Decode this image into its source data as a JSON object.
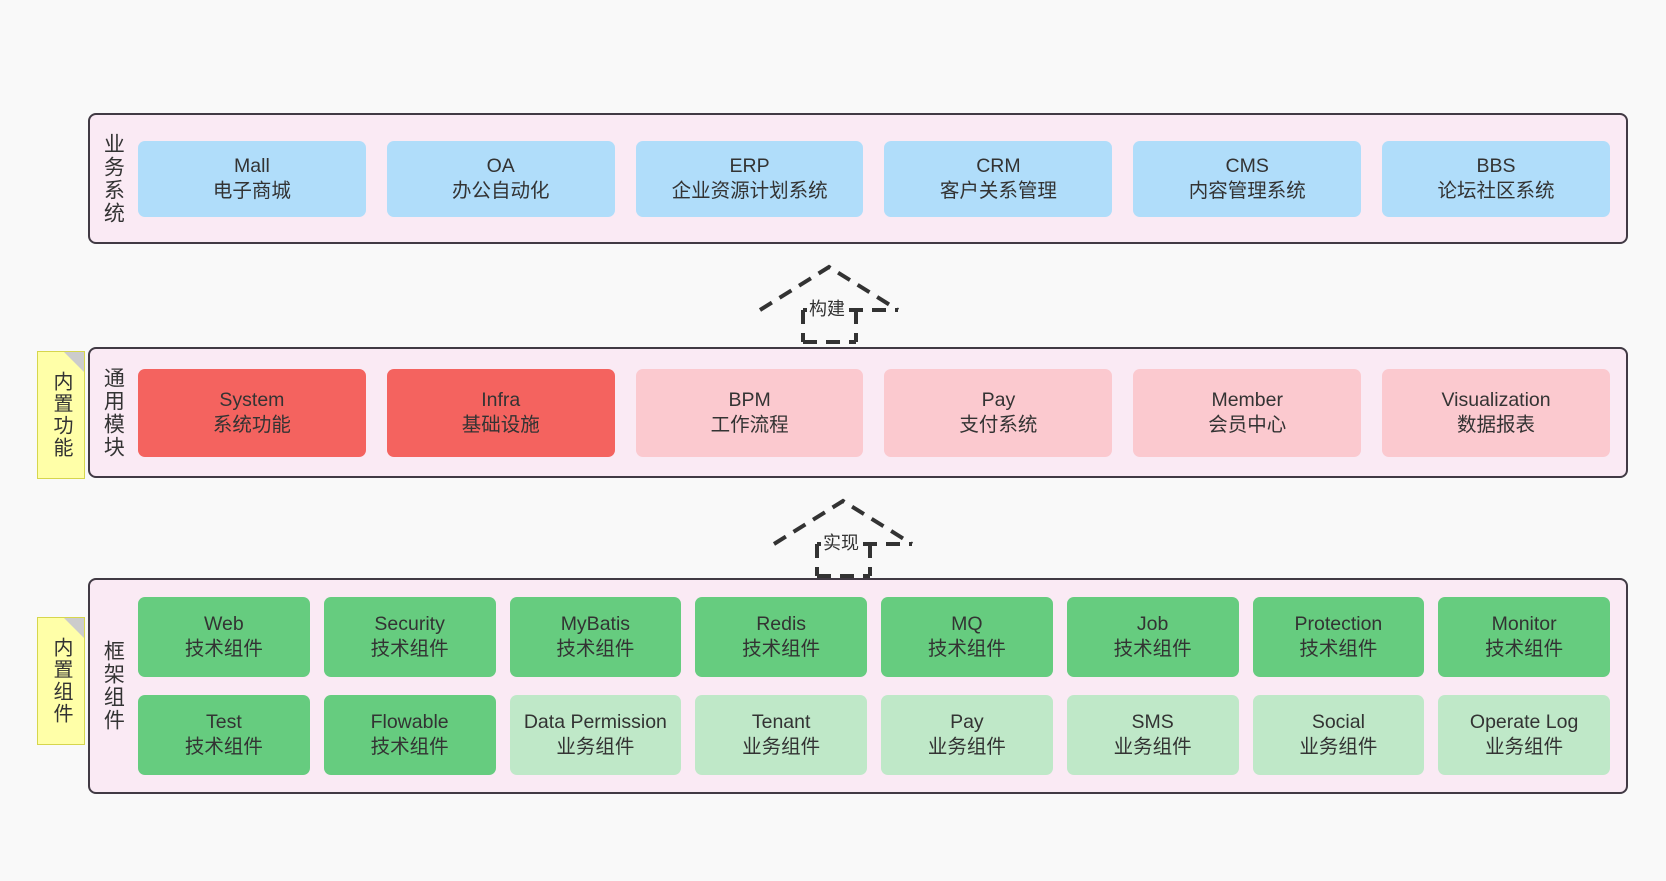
{
  "diagram": {
    "background_color": "#f9f9f9",
    "panel_fill": "#faeaf4",
    "panel_border": "#413a44"
  },
  "layers": [
    {
      "id": "business-systems",
      "title": "业务系统",
      "rows": [
        {
          "items": [
            {
              "name": "Mall",
              "desc": "电子商城",
              "style": "blue"
            },
            {
              "name": "OA",
              "desc": "办公自动化",
              "style": "blue"
            },
            {
              "name": "ERP",
              "desc": "企业资源计划系统",
              "style": "blue"
            },
            {
              "name": "CRM",
              "desc": "客户关系管理",
              "style": "blue"
            },
            {
              "name": "CMS",
              "desc": "内容管理系统",
              "style": "blue"
            },
            {
              "name": "BBS",
              "desc": "论坛社区系统",
              "style": "blue"
            }
          ]
        }
      ]
    },
    {
      "id": "general-modules",
      "title": "通用模块",
      "note": "内置功能",
      "rows": [
        {
          "items": [
            {
              "name": "System",
              "desc": "系统功能",
              "style": "accent"
            },
            {
              "name": "Infra",
              "desc": "基础设施",
              "style": "accent"
            },
            {
              "name": "BPM",
              "desc": "工作流程",
              "style": "soft"
            },
            {
              "name": "Pay",
              "desc": "支付系统",
              "style": "soft"
            },
            {
              "name": "Member",
              "desc": "会员中心",
              "style": "soft"
            },
            {
              "name": "Visualization",
              "desc": "数据报表",
              "style": "soft"
            }
          ]
        }
      ]
    },
    {
      "id": "framework-components",
      "title": "框架组件",
      "note": "内置组件",
      "rows": [
        {
          "items": [
            {
              "name": "Web",
              "desc": "技术组件",
              "style": "tech"
            },
            {
              "name": "Security",
              "desc": "技术组件",
              "style": "tech"
            },
            {
              "name": "MyBatis",
              "desc": "技术组件",
              "style": "tech"
            },
            {
              "name": "Redis",
              "desc": "技术组件",
              "style": "tech"
            },
            {
              "name": "MQ",
              "desc": "技术组件",
              "style": "tech"
            },
            {
              "name": "Job",
              "desc": "技术组件",
              "style": "tech"
            },
            {
              "name": "Protection",
              "desc": "技术组件",
              "style": "tech"
            },
            {
              "name": "Monitor",
              "desc": "技术组件",
              "style": "tech"
            }
          ]
        },
        {
          "items": [
            {
              "name": "Test",
              "desc": "技术组件",
              "style": "tech"
            },
            {
              "name": "Flowable",
              "desc": "技术组件",
              "style": "tech"
            },
            {
              "name": "Data Permission",
              "desc": "业务组件",
              "style": "biz"
            },
            {
              "name": "Tenant",
              "desc": "业务组件",
              "style": "biz"
            },
            {
              "name": "Pay",
              "desc": "业务组件",
              "style": "biz"
            },
            {
              "name": "SMS",
              "desc": "业务组件",
              "style": "biz"
            },
            {
              "name": "Social",
              "desc": "业务组件",
              "style": "biz"
            },
            {
              "name": "Operate Log",
              "desc": "业务组件",
              "style": "biz"
            }
          ]
        }
      ]
    }
  ],
  "connectors": [
    {
      "id": "build",
      "label": "构建",
      "direction": "up"
    },
    {
      "id": "implement",
      "label": "实现",
      "direction": "up"
    }
  ]
}
